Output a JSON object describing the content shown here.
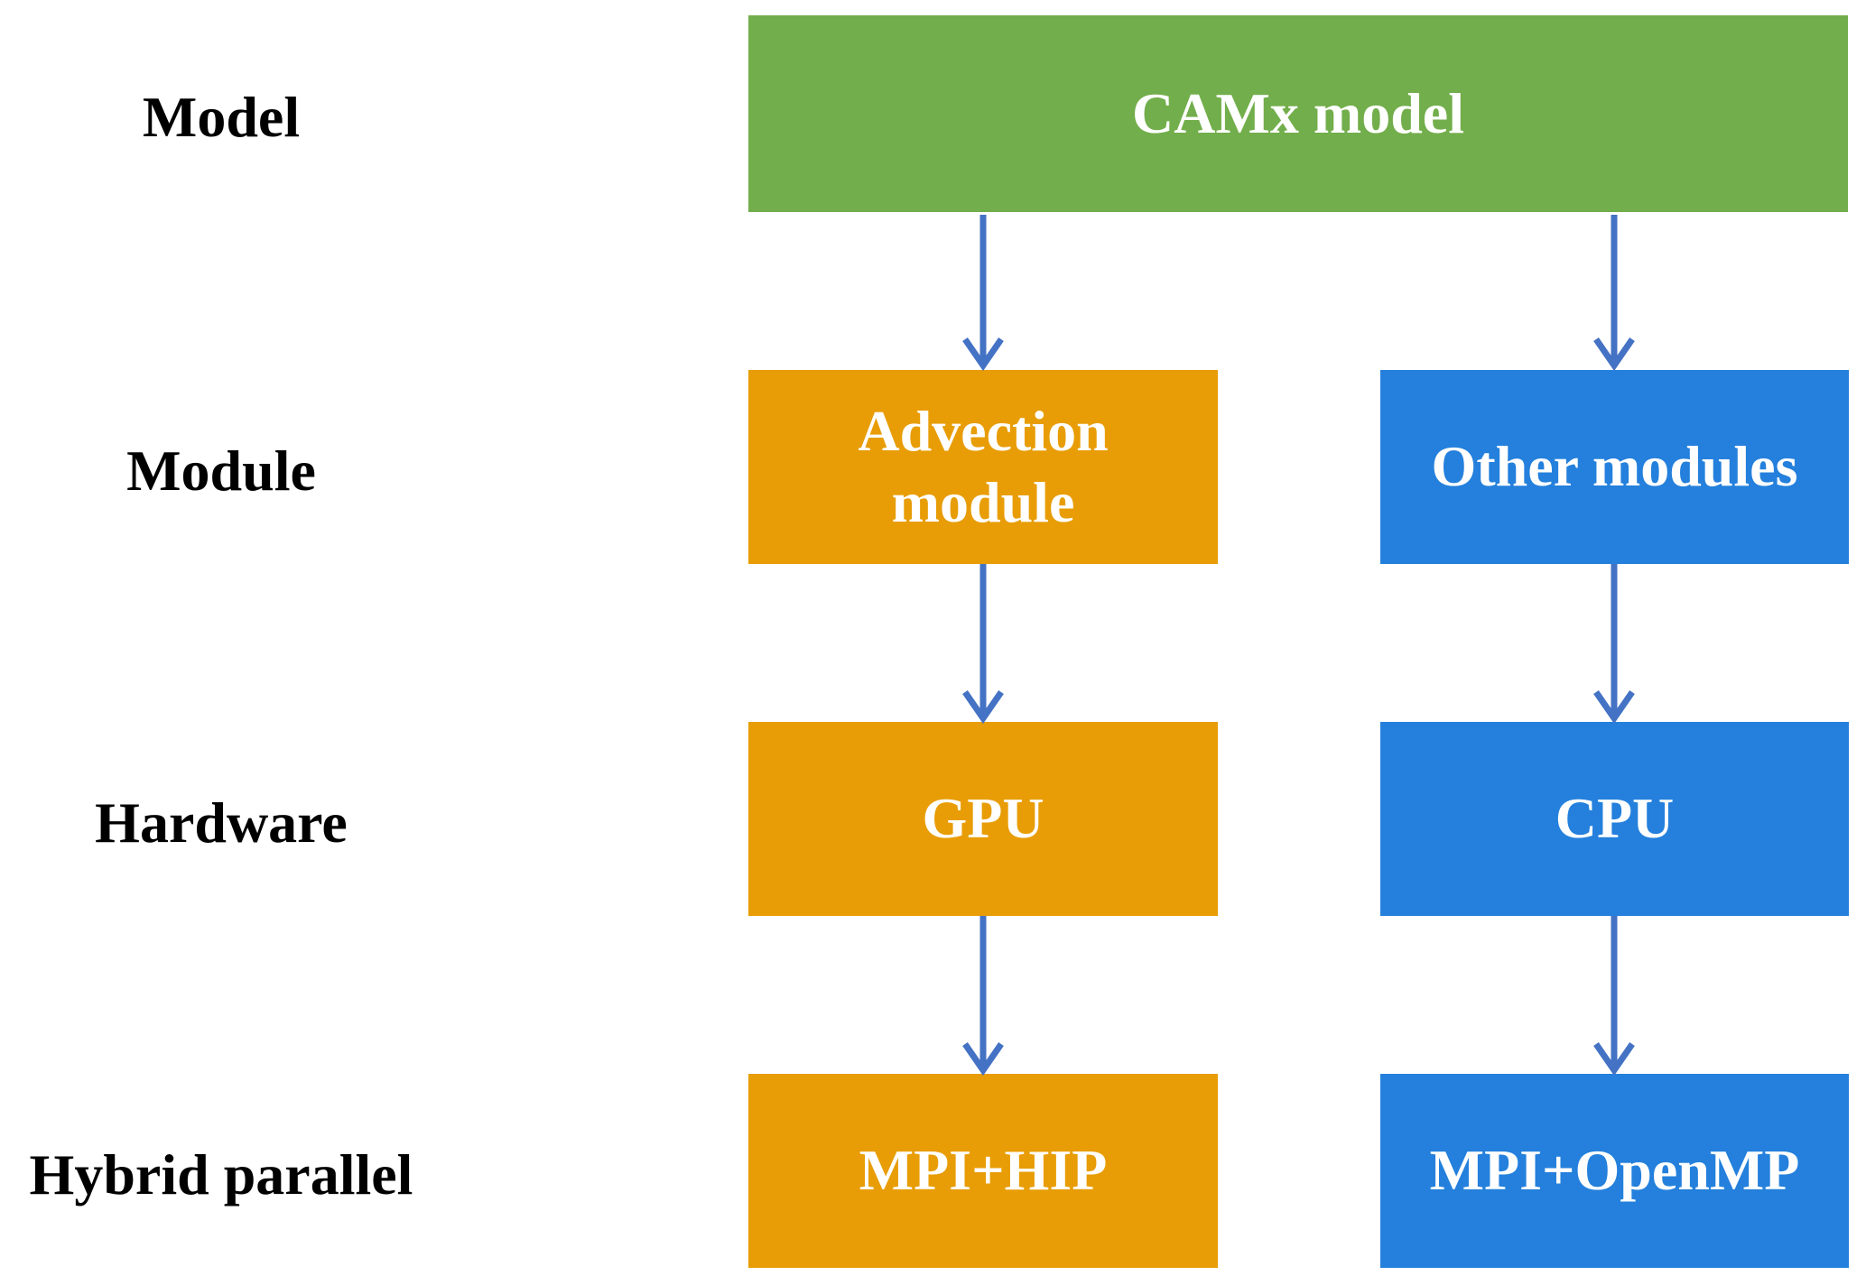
{
  "rows": {
    "model": "Model",
    "module": "Module",
    "hardware": "Hardware",
    "parallel": "Hybrid parallel"
  },
  "boxes": {
    "camx": "CAMx model",
    "advection_line1": "Advection",
    "advection_line2": "module",
    "other": "Other modules",
    "gpu": "GPU",
    "cpu": "CPU",
    "mpi_hip": "MPI+HIP",
    "mpi_openmp": "MPI+OpenMP"
  },
  "colors": {
    "green": "#72AE4B",
    "orange": "#E89D06",
    "blue": "#2480DC",
    "arrow": "#4472C4"
  }
}
